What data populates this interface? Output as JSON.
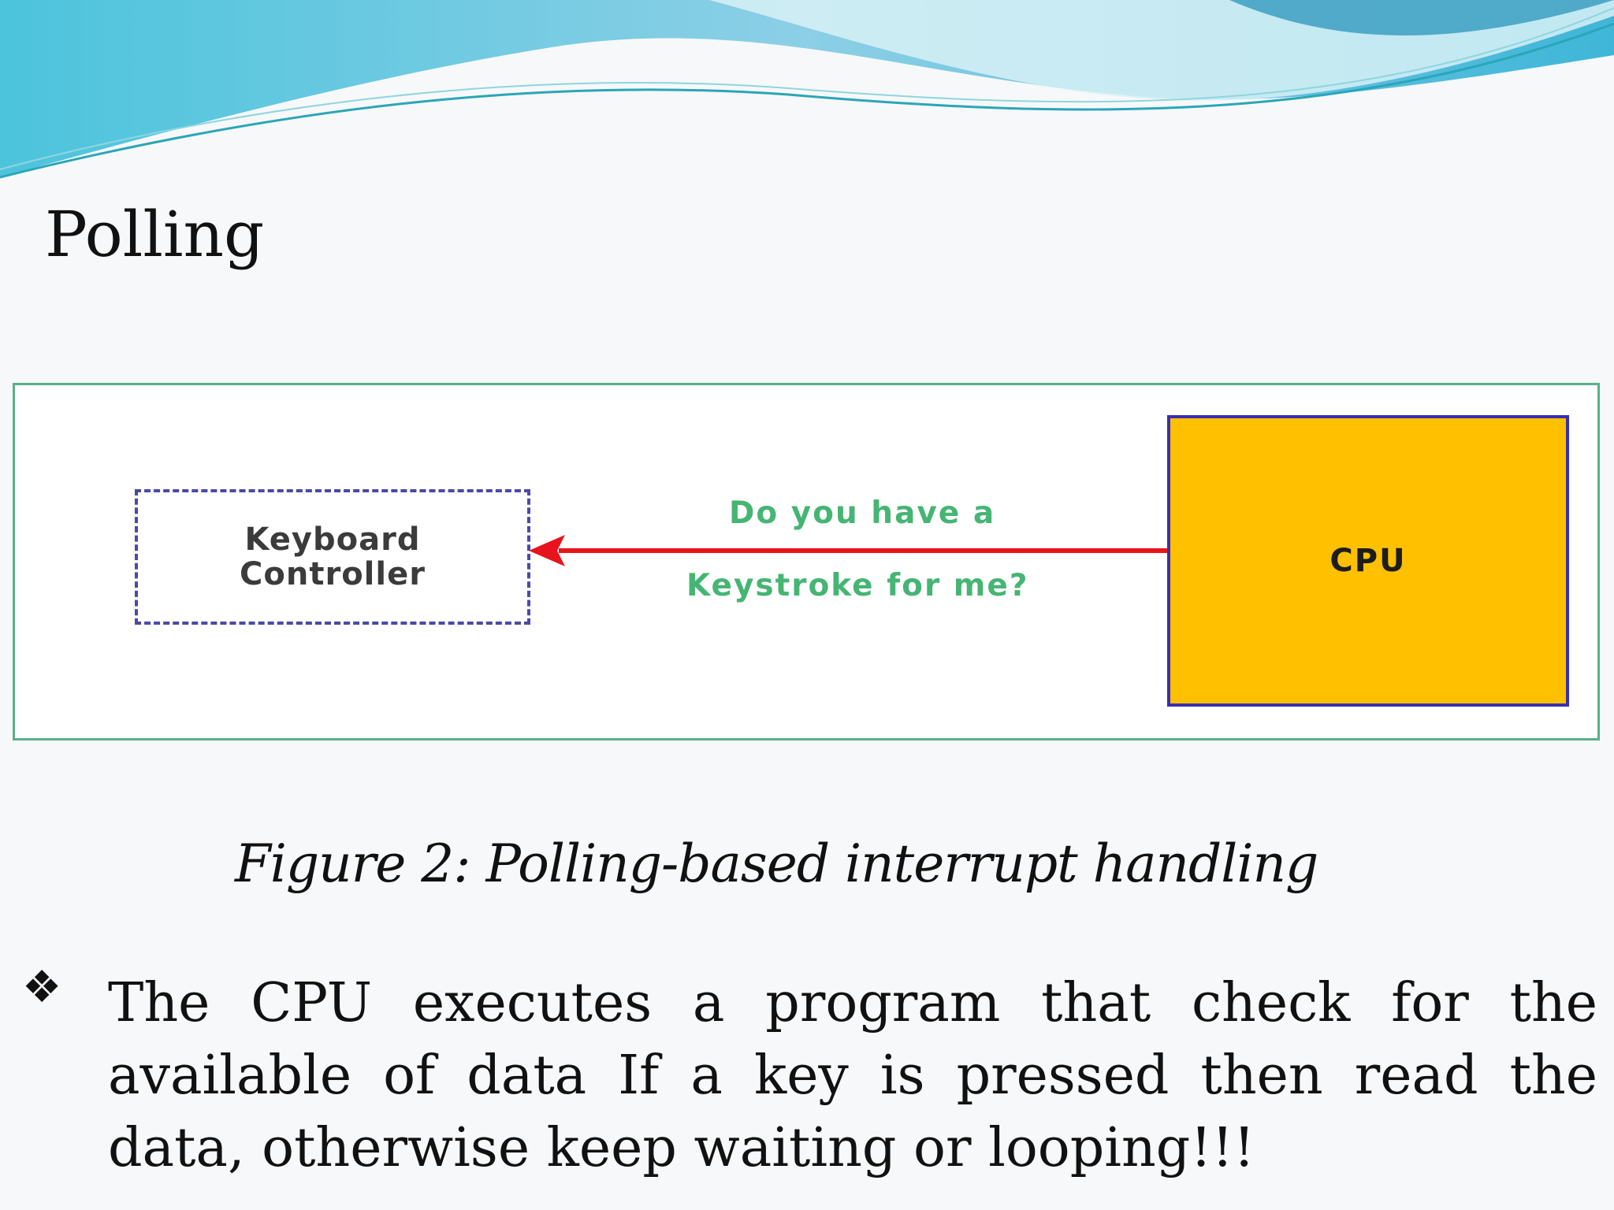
{
  "slide": {
    "title": "Polling"
  },
  "figure": {
    "keyboard_label": "Keyboard\nController",
    "cpu_label": "CPU",
    "message_line1": "Do you have a",
    "message_line2": "Keystroke for me?",
    "caption": "Figure 2: Polling-based interrupt handling"
  },
  "bullet": {
    "symbol": "❖",
    "text": "The CPU executes a program that check for the available of data If a key is pressed then read the data, otherwise keep waiting  or looping!!!"
  },
  "colors": {
    "cpu_fill": "#ffc000",
    "cpu_border": "#3a2fb0",
    "arrow": "#e8141c",
    "message_text": "#46b573",
    "figure_border": "#58b088",
    "dashed_border": "#4a4aa6"
  }
}
